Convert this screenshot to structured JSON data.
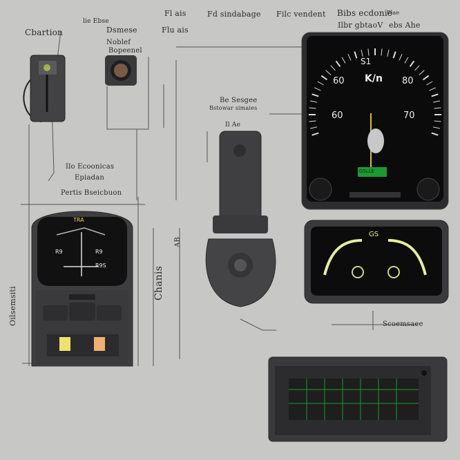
{
  "labels": {
    "top_center_1": "Fl ais",
    "top_center_2": "Fd sindabage",
    "top_center_3": "Flu ais",
    "top_right_1": "Filc vendent",
    "top_right_2": "Bibs ecdonie",
    "top_right_3": "Ilbr gbtaoV",
    "top_right_4": "Plae",
    "top_right_5": "ebs Ahe",
    "top_left_1": "Cbartion",
    "top_left_2": "lie Ebse",
    "top_left_3": "Dsmese",
    "top_left_4": "Noblef",
    "top_left_5": "Bopeenel",
    "mid_left_1": "Ilo Ecoonicas",
    "mid_left_2": "Epiadan",
    "mid_left_3": "Pertis Bseicbuon",
    "mid_center_1": "Be Sesgee",
    "mid_center_2": "Bstowar simaies",
    "mid_center_3": "Il Ae",
    "vertical_left": "Oilsemsiti",
    "vertical_center": "Chanis",
    "vertical_center_2": "AB",
    "bottom_right": "Scoemsaee"
  },
  "gauge": {
    "center_text": "K/n",
    "top_text": "S1",
    "left_value": "60",
    "right_value": "80",
    "lower_left": "60",
    "lower_right": "70",
    "display": "GSLLE"
  },
  "gauge_left": {
    "top": "TRA",
    "left": "R9",
    "right": "R9",
    "bottom": "R9S"
  },
  "cluster": {
    "center": "GS"
  },
  "colors": {
    "background": "#c7c7c6",
    "device_body": "#3e3e40",
    "needle": "#e0c01a",
    "display_green": "#1c9a32",
    "cluster_glow": "#e6ef9a"
  }
}
